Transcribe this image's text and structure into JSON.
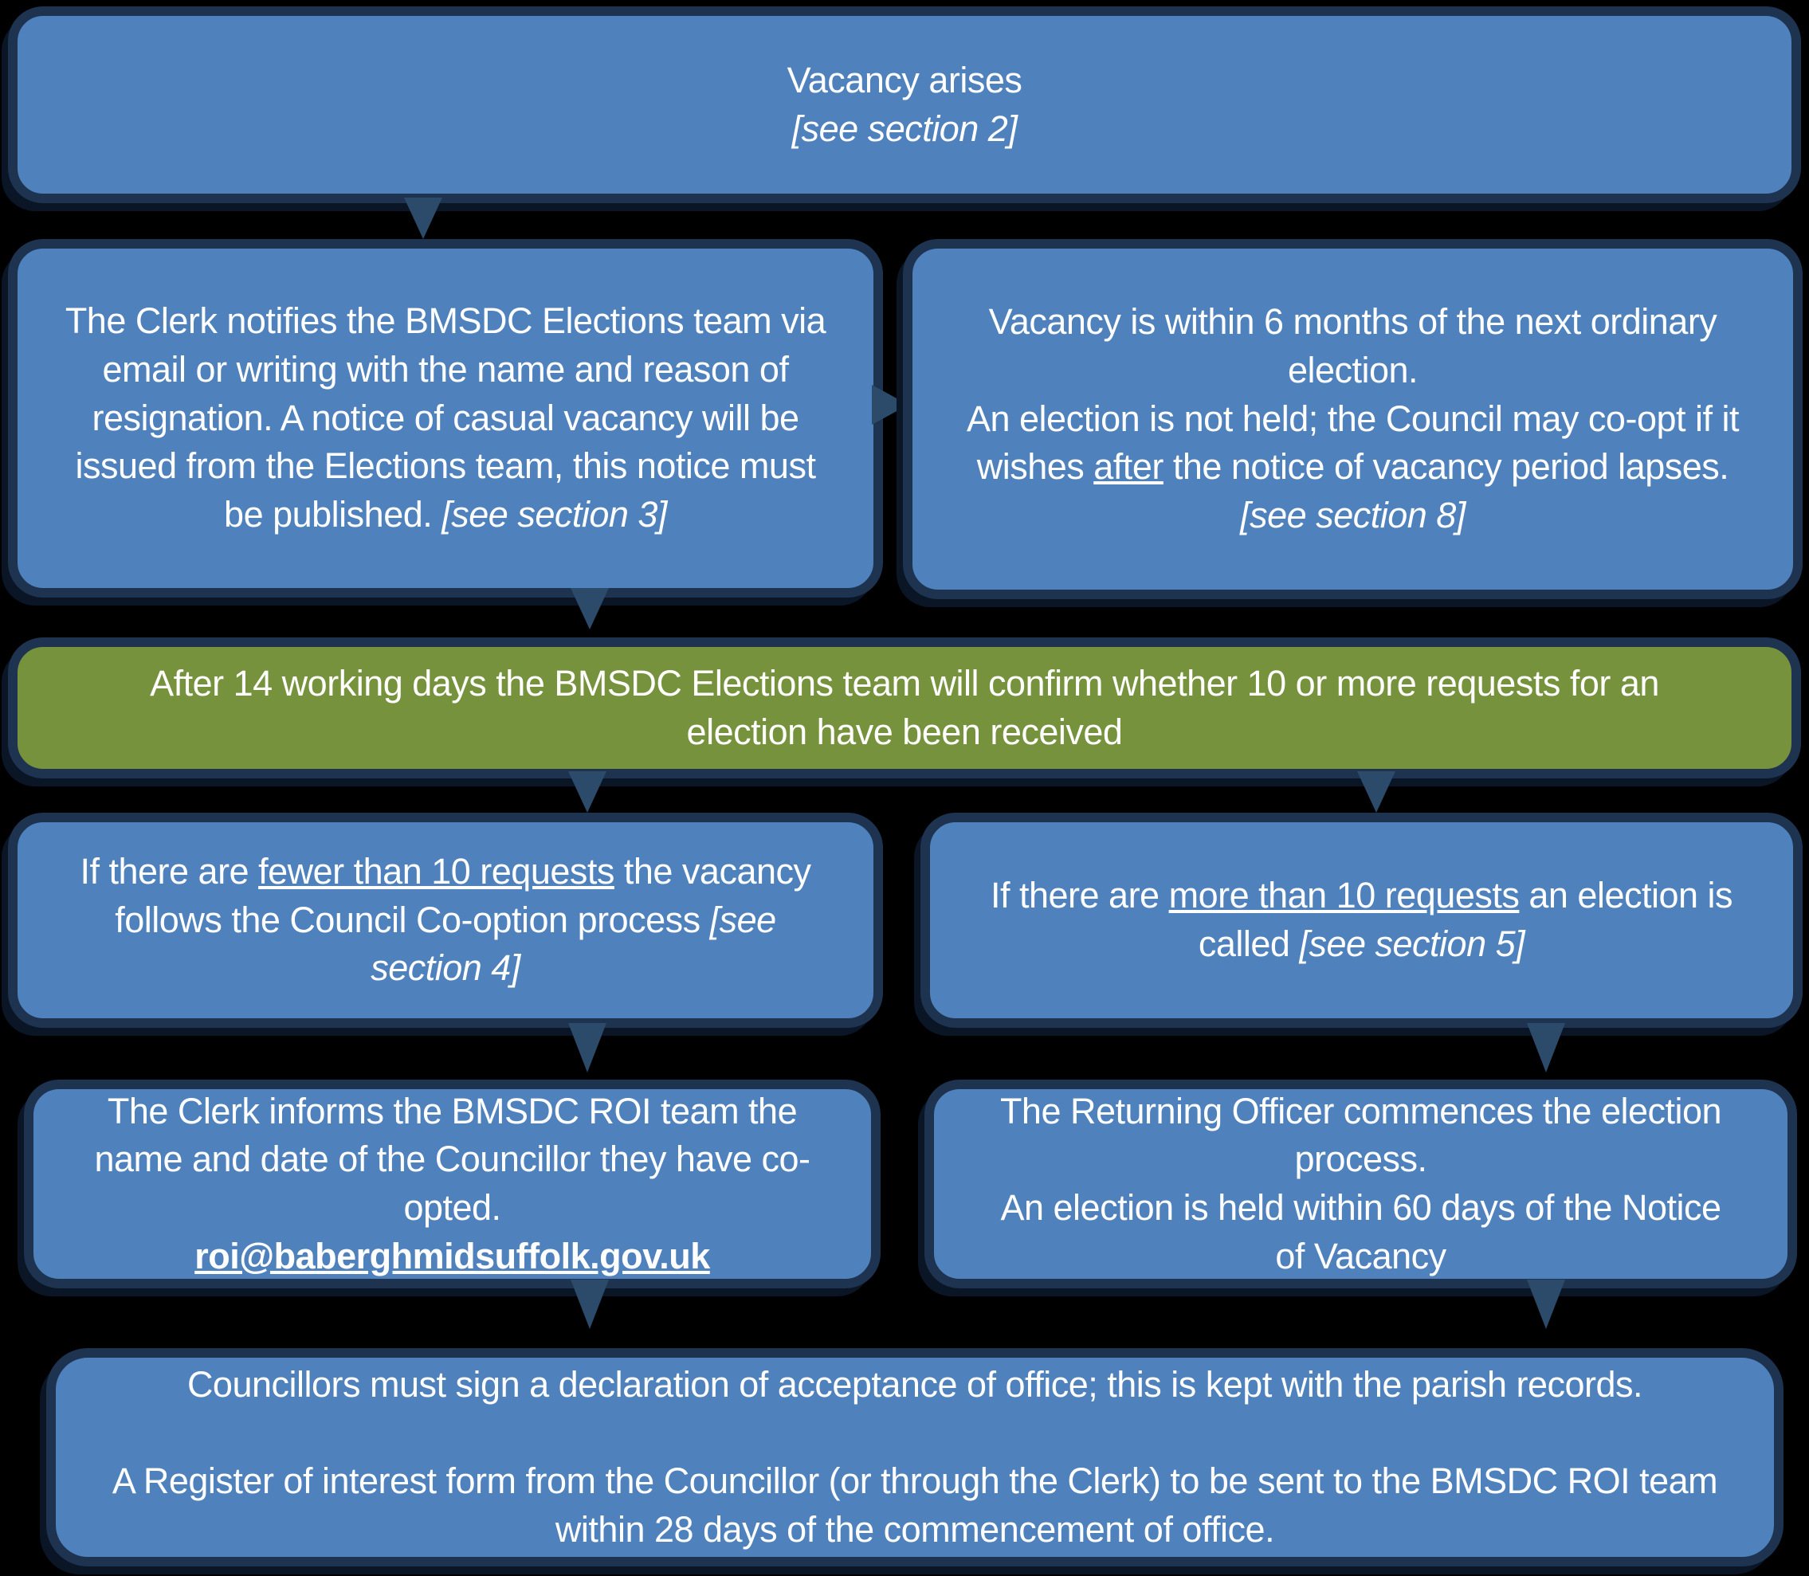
{
  "colors": {
    "background": "#000000",
    "box_blue": "#4f81bd",
    "box_green": "#76923c",
    "box_border": "#1e3350",
    "arrow": "#2c4a6a",
    "text": "#ffffff"
  },
  "flowchart": {
    "vacancy_arises": {
      "segments": [
        {
          "text": "Vacancy arises"
        },
        {
          "br": true
        },
        {
          "text": "[see section 2]",
          "italic": true
        }
      ]
    },
    "clerk_notifies": {
      "segments": [
        {
          "text": "The Clerk notifies the BMSDC Elections team via email or writing with the name and reason of resignation. A notice of casual vacancy will be issued from the Elections team, this notice must be published. "
        },
        {
          "text": "[see section 3]",
          "italic": true
        }
      ]
    },
    "vacancy_six_months": {
      "segments": [
        {
          "text": "Vacancy is within 6 months of the next ordinary election."
        },
        {
          "br": true
        },
        {
          "text": "An election is not held; the Council may co-opt if it wishes "
        },
        {
          "text": "after",
          "underline": true
        },
        {
          "text": " the notice of vacancy period lapses. "
        },
        {
          "text": "[see section 8]",
          "italic": true
        }
      ]
    },
    "after_14_days": {
      "segments": [
        {
          "text": "After 14 working days the BMSDC Elections team will confirm whether 10 or more requests for an election have been received"
        }
      ]
    },
    "fewer_than_10": {
      "segments": [
        {
          "text": "If there are "
        },
        {
          "text": "fewer than 10 requests",
          "underline": true
        },
        {
          "text": " the vacancy follows the Council Co-option process "
        },
        {
          "text": "[see section 4]",
          "italic": true
        }
      ]
    },
    "more_than_10": {
      "segments": [
        {
          "text": "If there are "
        },
        {
          "text": "more than 10 requests",
          "underline": true
        },
        {
          "text": " an election is called "
        },
        {
          "text": "[see section 5]",
          "italic": true
        }
      ]
    },
    "clerk_informs_roi": {
      "segments": [
        {
          "text": "The Clerk informs the BMSDC ROI team the name and date of the Councillor they have co-opted."
        },
        {
          "br": true
        },
        {
          "text": "roi@baberghmidsuffolk.gov.uk",
          "bold": true,
          "underline": true
        }
      ]
    },
    "returning_officer": {
      "segments": [
        {
          "text": "The Returning Officer commences the election process."
        },
        {
          "br": true
        },
        {
          "text": "An election is held within 60 days of the Notice of Vacancy"
        }
      ]
    },
    "declaration": {
      "segments": [
        {
          "text": "Councillors must sign a declaration of acceptance of office; this is kept with the parish records."
        },
        {
          "br": true
        },
        {
          "br": true
        },
        {
          "text": "A Register of interest form from the Councillor (or through the Clerk) to be sent to the BMSDC ROI team within 28 days of the commencement of office."
        }
      ]
    }
  }
}
